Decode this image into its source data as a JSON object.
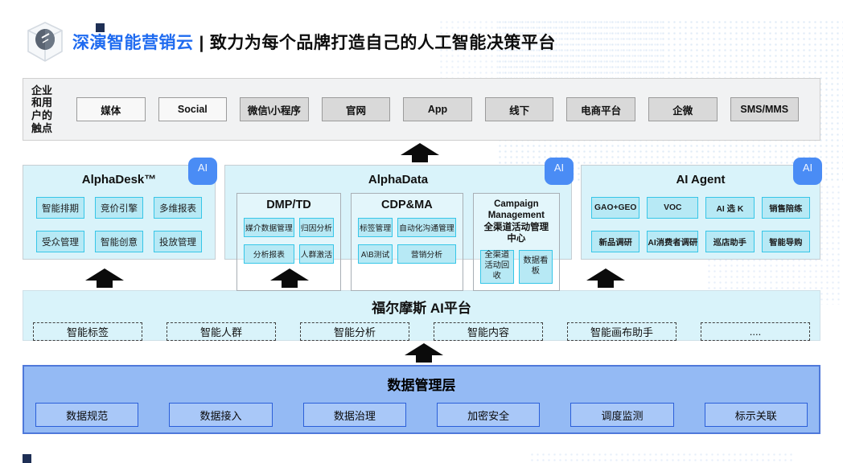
{
  "header": {
    "brand": "深演智能营销云",
    "divider": "|",
    "tagline": "致力为每个品牌打造自己的人工智能决策平台"
  },
  "touchpoints": {
    "label_lines": [
      "企业",
      "和用",
      "户的",
      "触点"
    ],
    "items": [
      {
        "label": "媒体"
      },
      {
        "label": "Social"
      },
      {
        "label": "微信\\小程序"
      },
      {
        "label": "官网"
      },
      {
        "label": "App"
      },
      {
        "label": "线下"
      },
      {
        "label": "电商平台"
      },
      {
        "label": "企微"
      },
      {
        "label": "SMS/MMS"
      }
    ]
  },
  "products": [
    {
      "name": "AlphaDesk™",
      "badge": "AI",
      "items": [
        "智能排期",
        "竞价引擎",
        "多维报表",
        "受众管理",
        "智能创意",
        "投放管理"
      ]
    },
    {
      "name": "AlphaData",
      "badge": "AI",
      "groups": [
        {
          "title": "DMP/TD",
          "items": [
            "媒介数据管理",
            "归因分析",
            "分析报表",
            "人群激活"
          ]
        },
        {
          "title": "CDP&MA",
          "items": [
            "标签管理",
            "自动化沟通管理",
            "A\\B测试",
            "营销分析"
          ]
        },
        {
          "title": "Campaign Management",
          "subtitle": "全渠道活动管理中心",
          "items": [
            "全渠道活动回收",
            "数据看板"
          ]
        }
      ]
    },
    {
      "name": "AI Agent",
      "badge": "AI",
      "items": [
        "GAO+GEO",
        "VOC",
        "AI 选 K",
        "销售陪练",
        "新品调研",
        "AI消费者调研",
        "巡店助手",
        "智能导购"
      ]
    }
  ],
  "ai_platform": {
    "title": "福尔摩斯 AI平台",
    "items": [
      "智能标签",
      "智能人群",
      "智能分析",
      "智能内容",
      "智能画布助手",
      "...."
    ]
  },
  "data_layer": {
    "title": "数据管理层",
    "items": [
      "数据规范",
      "数据接入",
      "数据治理",
      "加密安全",
      "调度监测",
      "标示关联"
    ]
  },
  "colors": {
    "brand_blue": "#1f6bf0",
    "badge_blue": "#4a8cf5",
    "cyan_panel": "#d9f3fa",
    "cyan_item": "#b7e9f5",
    "cyan_item_border": "#36c6e8",
    "touchpoint_bar": "#f1f2f3",
    "touchpoint_dark_item": "#d9d9d9",
    "data_panel": "#94baf4",
    "data_item": "#a9c8f8",
    "data_item_border": "#2b5fd9",
    "arrow": "#0b0b0b"
  }
}
